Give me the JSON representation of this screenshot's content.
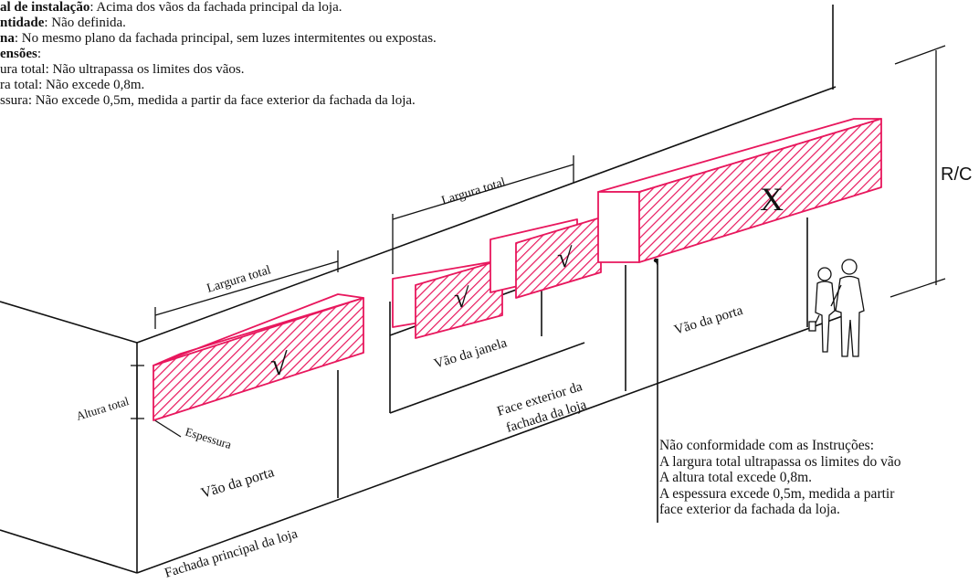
{
  "specs": [
    {
      "term": "al de instalação",
      "text": ": Acima dos vãos da fachada principal da loja."
    },
    {
      "term": "ntidade",
      "text": ": Não definida."
    },
    {
      "term": "na",
      "text": ": No mesmo plano da fachada principal, sem luzes intermitentes ou expostas."
    },
    {
      "term": "ensões",
      "text": ":"
    },
    {
      "term": "",
      "text": "ura total: Não ultrapassa os limites dos vãos."
    },
    {
      "term": "",
      "text": "ra total: Não excede 0,8m."
    },
    {
      "term": "",
      "text": "ssura: Não excede 0,5m, medida a partir da face exterior da fachada da loja."
    }
  ],
  "labels": {
    "largura_total": "Largura total",
    "altura_total": "Altura total",
    "espessura": "Espessura",
    "vao_porta": "Vão da porta",
    "vao_janela": "Vão da janela",
    "face_exterior_1": "Face exterior da",
    "face_exterior_2": "fachada da loja",
    "fachada_principal": "Fachada principal da loja",
    "rc": "R/C"
  },
  "marks": {
    "check": "√",
    "cross": "X"
  },
  "note": {
    "title": "Não conformidade com as Instruções:",
    "line1": "A largura total ultrapassa os limites do vão",
    "line2": "A altura total excede 0,8m.",
    "line3": "A espessura excede 0,5m, medida a partir",
    "line4": "face exterior da fachada da loja."
  },
  "colors": {
    "sign": "#e8175d",
    "line": "#111111"
  }
}
